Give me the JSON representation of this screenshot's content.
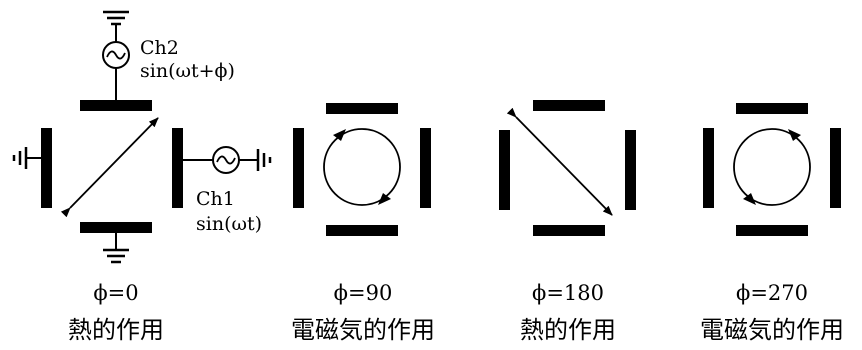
{
  "source_ch2": {
    "name": "Ch2",
    "signal": "sin(ωt+ϕ)"
  },
  "source_ch1": {
    "name": "Ch1",
    "signal": "sin(ωt)"
  },
  "panels": [
    {
      "phase": "ϕ=0",
      "effect": "熱的作用"
    },
    {
      "phase": "ϕ=90",
      "effect": "電磁気的作用"
    },
    {
      "phase": "ϕ=180",
      "effect": "熱的作用"
    },
    {
      "phase": "ϕ=270",
      "effect": "電磁気的作用"
    }
  ]
}
